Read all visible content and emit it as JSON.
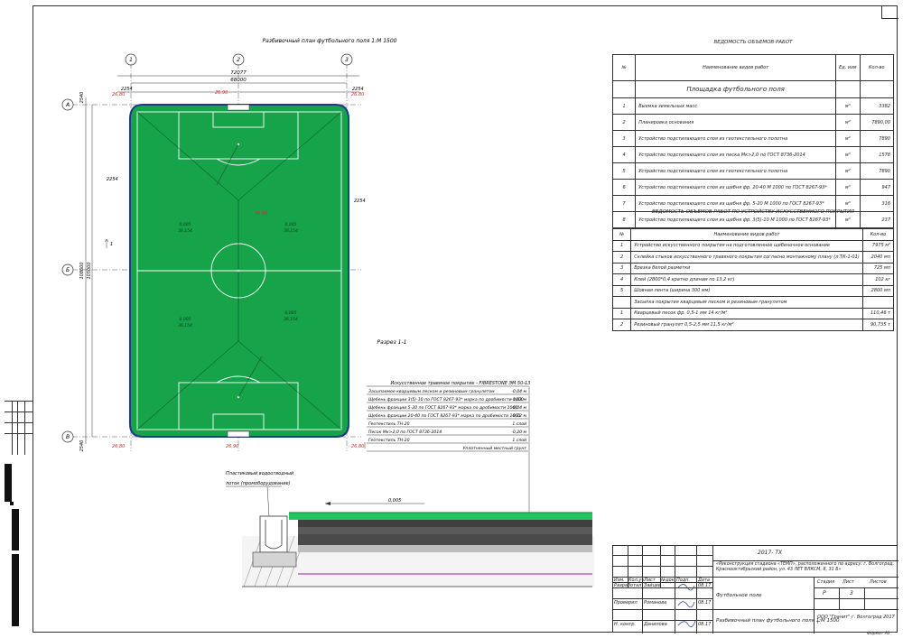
{
  "drawing": {
    "plan_title": "Разбивочный план футбольного поля 1:М 1500",
    "section_label": "Разрез 1-1",
    "format": "Формат А1",
    "axes": {
      "col": [
        "1",
        "2",
        "3"
      ],
      "row": [
        "А",
        "Б",
        "В"
      ]
    },
    "dims": {
      "overall_width": "72077",
      "field_width": "68000",
      "side_left": "2254",
      "side_right": "2254",
      "total_length": "108600",
      "field_length": "105000",
      "end_offset": "2540",
      "mid_offset": "2254"
    },
    "levels": {
      "corner": "26,80",
      "goal": "26,90",
      "mid_slope": "26,95",
      "center": "26,95"
    },
    "slopes": [
      "0,005",
      "36,154"
    ],
    "drain_slope": "0,005",
    "drain_label": [
      "Пластиковый водоотводный",
      "лоток (промоборудование)"
    ],
    "layers_title": "Искусственное травяное покрытие - FIBRESTONE ЭМ 50-13",
    "layers": [
      {
        "text": "Засыпаемое кварцевым песком и резиновым гранулятом",
        "value": "-0,04 м"
      },
      {
        "text": "Щебень фракции 3(5)-10 по ГОСТ 8267-93* марка по дробимости 1000",
        "value": "-0,03 м"
      },
      {
        "text": "Щебень фракции 5-20 по ГОСТ 8267-93* марка по дробимости 1000",
        "value": "-0,04 м"
      },
      {
        "text": "Щебень фракции 20-40 по ГОСТ 8267-93* марка по дробимости 1000",
        "value": "-0,12 м"
      },
      {
        "text": "Геотекстиль ТН-20",
        "value": "1 слой"
      },
      {
        "text": "Песок Мк>2,0 по ГОСТ 8736-2014",
        "value": "-0,20 м"
      },
      {
        "text": "Геотекстиль ТН-20",
        "value": "1 слой"
      },
      {
        "text": "Уплотненный местный грунт",
        "value": ""
      }
    ]
  },
  "table1": {
    "title": "ВЕДОМОСТЬ ОБЪЕМОВ РАБОТ",
    "headers": [
      "№",
      "Наименование видов работ",
      "Ед. изм",
      "Кол-во"
    ],
    "section": "Площадка футбольного поля",
    "rows": [
      {
        "n": "1",
        "name": "Выемка земельных масс",
        "unit": "м³",
        "qty": "3382"
      },
      {
        "n": "2",
        "name": "Планировка основания",
        "unit": "м²",
        "qty": "7890,00"
      },
      {
        "n": "3",
        "name": "Устройство подстилающего слоя из геотекстильного полотна",
        "unit": "м²",
        "qty": "7890"
      },
      {
        "n": "4",
        "name": "Устройство подстилающего слоя из песка Мк>2,0 по ГОСТ 8736-2014",
        "unit": "м³",
        "qty": "1578"
      },
      {
        "n": "5",
        "name": "Устройство подстилающего слоя из геотекстильного полотна",
        "unit": "м²",
        "qty": "7890"
      },
      {
        "n": "6",
        "name": "Устройство подстилающего слоя из щебня фр. 20-40 М 1000 по ГОСТ 8267-93*",
        "unit": "м³",
        "qty": "947"
      },
      {
        "n": "7",
        "name": "Устройство подстилающего слоя из щебня фр. 5-20 М 1000 по ГОСТ 8267-93*",
        "unit": "м³",
        "qty": "316"
      },
      {
        "n": "8",
        "name": "Устройство подстилающего слоя из щебня фр. 3(5)-10 М 1000 по ГОСТ 8267-93*",
        "unit": "м³",
        "qty": "237"
      }
    ]
  },
  "table2": {
    "title": "ВЕДОМОСТЬ ОБЪЕМОВ РАБОТ ПО УСТРОЙСТВУ ИСКУССТВЕННОГО ПОКРЫТИЯ",
    "headers": [
      "№",
      "Наименование видов работ",
      "Кол-во"
    ],
    "rows": [
      {
        "n": "1",
        "name": "Устройство искусственного покрытия на подготовленное щебеночное основание",
        "qty": "7975 м²"
      },
      {
        "n": "2",
        "name": "Склейка стыков искусственного травяного покрытия согласно монтажному плану (л.ТК-1-01)",
        "qty": "2040 мп"
      },
      {
        "n": "3",
        "name": "Врезка белой разметки",
        "qty": "725 мп"
      },
      {
        "n": "4",
        "name": "Клей (2800*0,4 кратно длинам по 13,2 кг)",
        "qty": "102 кг"
      },
      {
        "n": "5",
        "name": "Шовная лента (ширина 300 мм)",
        "qty": "2800 мп"
      },
      {
        "n": "",
        "name": "Засыпка покрытия кварцевым песком и резиновым гранулятом",
        "qty": ""
      },
      {
        "n": "1",
        "name": "Кварцевый песок фр. 0,5-1 мм 14 кг/м²",
        "qty": "110,46 т"
      },
      {
        "n": "2",
        "name": "Резиновый гранулят 0,5-2,5 мм 11,5 кг/м²",
        "qty": "90,735 т"
      }
    ]
  },
  "title_block": {
    "code": "2017- ТХ",
    "project": "«Реконструкция стадиона «ТЕМП», расположенного по адресу: г. Волгоград, Краснооктябрьский район, ул. 43 ЛЕТ ВЛКСМ, 8, 31 Б»",
    "header_labels": [
      "Изм.",
      "Кол.уч",
      "Лист",
      "№док.",
      "Подп.",
      "Дата"
    ],
    "people": [
      {
        "role": "Разработал",
        "name": "Зайцев",
        "date": "08.17"
      },
      {
        "role": "Проверил",
        "name": "Романова",
        "date": "08.17"
      },
      {
        "role": "Н. контр.",
        "name": "Данилова",
        "date": "08.17"
      }
    ],
    "object": "Футбольное поле",
    "sheet_title": "Разбивочный план футбольного поля 1:М 1500",
    "stage_labels": [
      "Стадия",
      "Лист",
      "Листов"
    ],
    "stage": "Р",
    "sheet": "3",
    "company": "ООО \"Гранит\" г. Волгоград 2017 г."
  }
}
